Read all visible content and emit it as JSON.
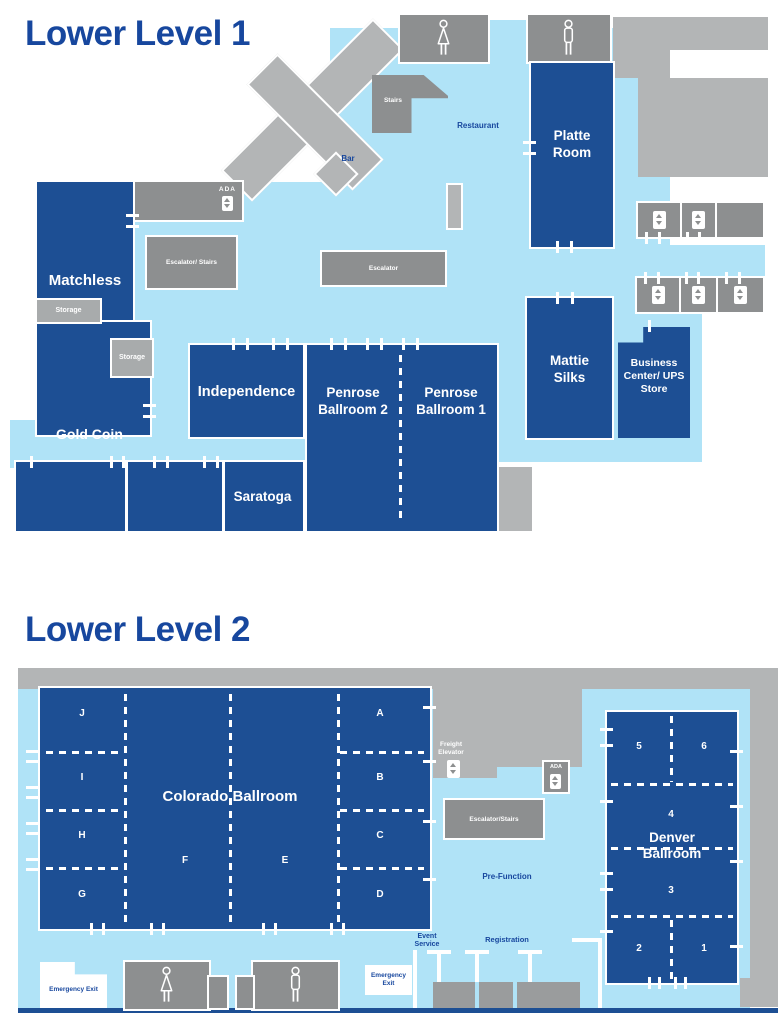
{
  "colors": {
    "room_navy": "#1d4f94",
    "floor_light_blue": "#b0e3f7",
    "service_gray": "#8d8f90",
    "structure_gray": "#b3b5b6",
    "title_blue": "#17479e"
  },
  "ll1": {
    "title": "Lower Level 1",
    "rooms": {
      "matchless": "Matchless",
      "storage": "Storage",
      "gold_coin": "Gold Coin",
      "independence": "Independence",
      "penrose_2": "Penrose Ballroom 2",
      "penrose_1": "Penrose Ballroom 1",
      "saratoga": "Saratoga",
      "platte": "Platte Room",
      "mattie_silks": "Mattie Silks",
      "business_center": "Business Center/ UPS Store"
    },
    "labels": {
      "stairs": "Stairs",
      "restaurant": "Restaurant",
      "bar": "Bar",
      "ada": "ADA",
      "escalator_stairs": "Escalator/ Stairs",
      "escalator": "Escalator"
    }
  },
  "ll2": {
    "title": "Lower Level 2",
    "colorado": {
      "name": "Colorado Ballroom",
      "sections": [
        "J",
        "I",
        "H",
        "G",
        "A",
        "B",
        "C",
        "D",
        "F",
        "E"
      ]
    },
    "denver": {
      "name": "Denver Ballroom",
      "sections": [
        "5",
        "6",
        "4",
        "3",
        "2",
        "1"
      ]
    },
    "labels": {
      "freight_elevator": "Freight Elevator",
      "ada": "ADA",
      "escalator_stairs": "Escalator/Stairs",
      "pre_function": "Pre-Function",
      "event_service": "Event Service",
      "registration": "Registration",
      "emergency_exit": "Emergency Exit"
    }
  }
}
